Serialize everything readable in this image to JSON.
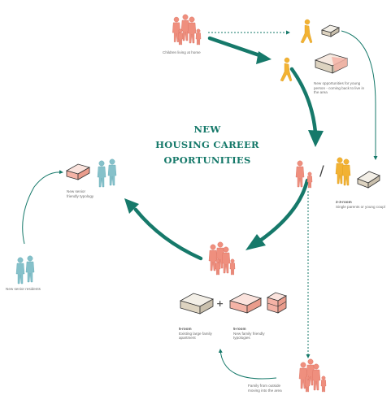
{
  "title": {
    "line1": "NEW",
    "line2": "HOUSING CAREER",
    "line3": "OPORTUNITIES"
  },
  "labels": {
    "children_home": "Children living at home",
    "young_person": "New opportunities for young person - coming back to live in the area",
    "room23_head": "2-3-room",
    "room23_sub": "Single parents or young coupl",
    "senior_typology": "New senior friendly typology",
    "senior_residents": "New senior residents",
    "room5a_head": "5-room",
    "room5a_sub": "Existing large family apartment",
    "room5b_head": "5-room",
    "room5b_sub": "New family friendly typologies",
    "outside_family": "Family from outside moving into the area"
  },
  "symbols": {
    "plus": "+",
    "slash": "/"
  },
  "colors": {
    "teal": "#16796a",
    "orange_figure": "#ef8f7e",
    "yellow_figure": "#f2b233",
    "blue_figure": "#86c1ca",
    "existing_box": "#ddd3c0",
    "new_box": "#f4b3a6"
  }
}
